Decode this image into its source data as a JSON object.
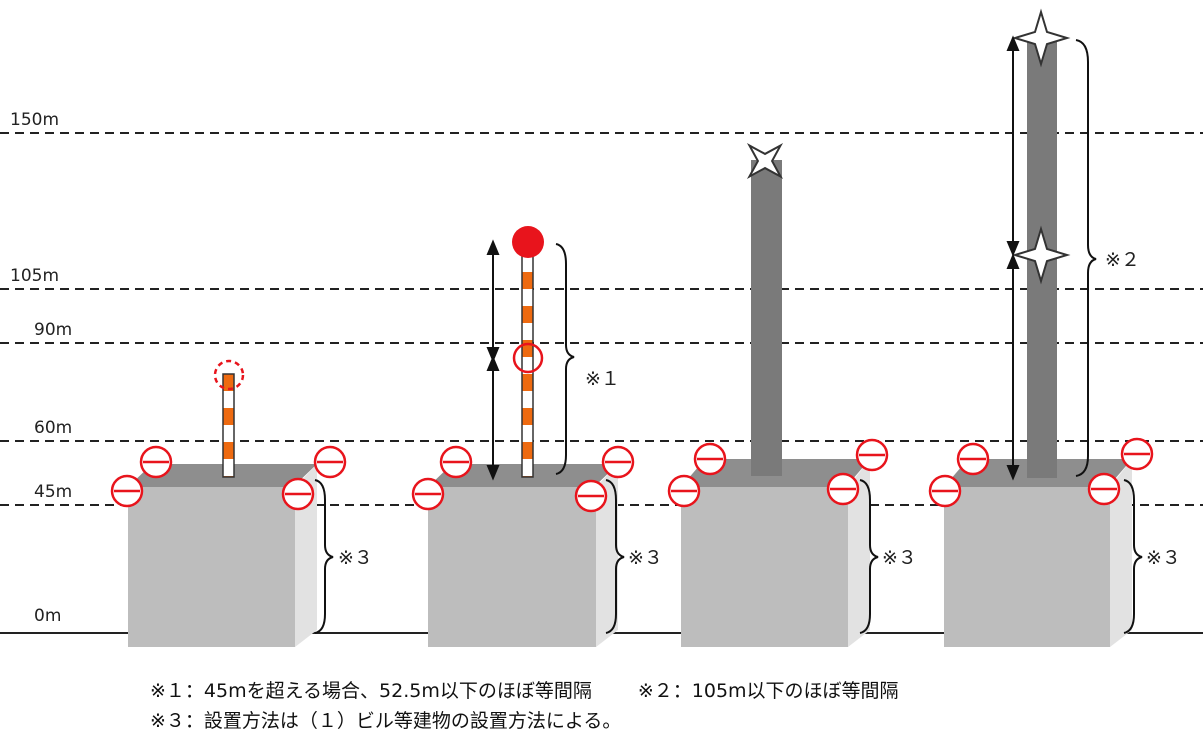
{
  "levels": [
    "150m",
    "105m",
    "90m",
    "60m",
    "45m",
    "0m"
  ],
  "marks": {
    "m1": "※１",
    "m2": "※２",
    "m3": "※３"
  },
  "notes": {
    "note1": "※１：45mを超える場合、52.5m以下のほぼ等間隔",
    "note2": "※２：105m以下のほぼ等間隔",
    "note3": "※３：設置方法は（１）ビル等建物の設置方法による。"
  },
  "colors": {
    "obstruction_light": "#e8141c",
    "pole_orange": "#ee6a10",
    "building_gray": "#bdbdbd",
    "tower_gray": "#7a7a7a"
  }
}
